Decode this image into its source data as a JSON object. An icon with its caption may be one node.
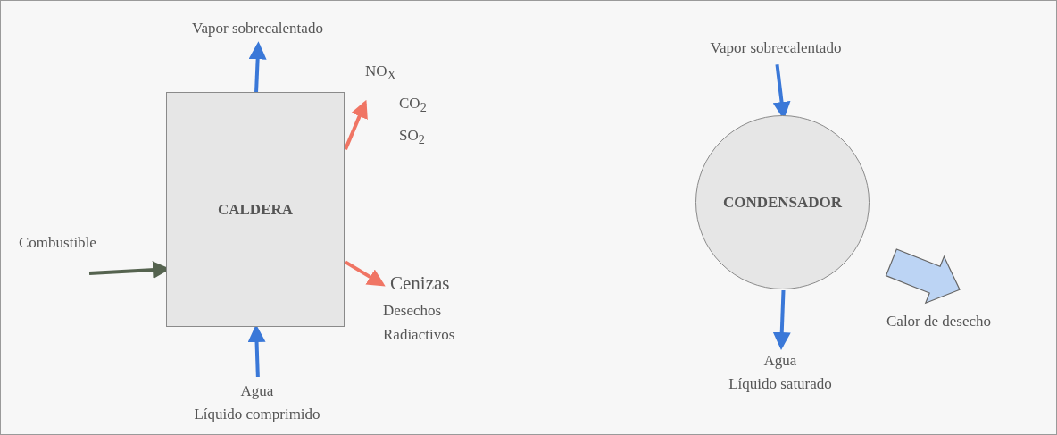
{
  "diagram": {
    "nodes": [
      {
        "text": [
          "CALDERA"
        ]
      },
      {
        "text": [
          "CONDENSADOR"
        ]
      },
      {
        "text": [
          "Vapor sobrecalentado"
        ]
      },
      {
        "text": [
          "NO$_{X}$",
          "CO$_{2}$",
          "SO$_{2}$"
        ]
      },
      {
        "text": [
          "Cenizas",
          "Desechos Radiactivos"
        ]
      },
      {
        "text": [
          "Combustible"
        ]
      },
      {
        "text": [
          "Agua",
          "Líquido comprimido"
        ]
      },
      {
        "text": [
          "Vapor sobrecalentado"
        ]
      },
      {
        "text": [
          "Agua",
          "Líquido saturado"
        ]
      },
      {
        "text": [
          "Calor de desecho"
        ]
      }
    ],
    "edges": [
      {
        "from": 0,
        "to": 2,
        "arrow": "to"
      },
      {
        "from": 0,
        "to": 3,
        "arrow": "to",
        "color": "#f07564"
      },
      {
        "from": 0,
        "to": 4,
        "arrow": "to",
        "color": "#f07564"
      },
      {
        "from": 5,
        "to": 0,
        "arrow": "to",
        "color": "#55634f"
      },
      {
        "from": 6,
        "to": 0,
        "arrow": "to"
      },
      {
        "from": 7,
        "to": 1,
        "arrow": "to"
      },
      {
        "from": 1,
        "to": 8,
        "arrow": "to"
      },
      {
        "from": 1,
        "to": 9,
        "arrow": "to",
        "style": "thick",
        "color": "#bcd4f4"
      }
    ]
  }
}
